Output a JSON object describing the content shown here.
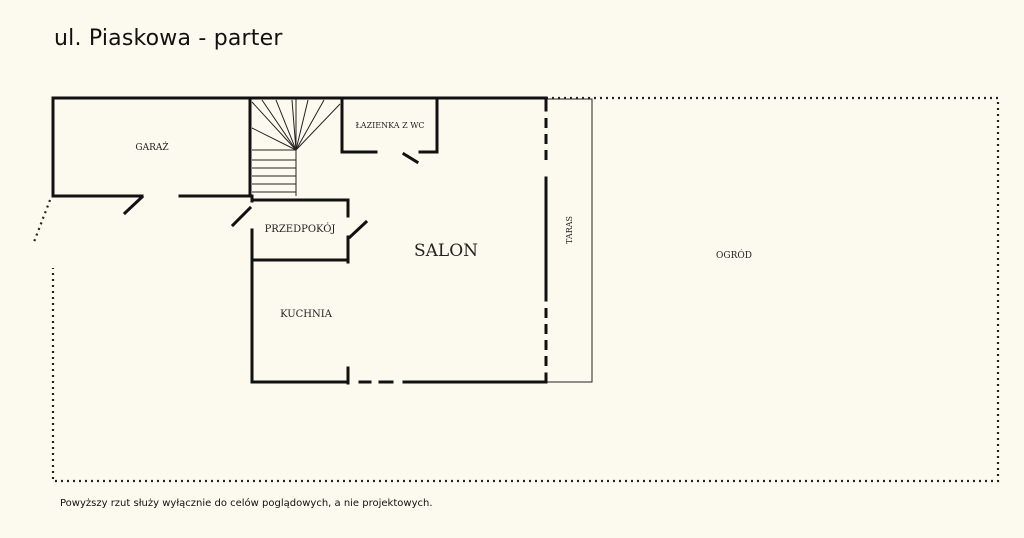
{
  "title": "ul. Piaskowa - parter",
  "disclaimer": "Powyższy rzut służy wyłącznie do celów poglądowych, a nie projektowych.",
  "rooms": {
    "garaz": "GARAŻ",
    "lazienka": "ŁAZIENKA Z WC",
    "przedpokoj": "PRZEDPOKÓJ",
    "salon": "SALON",
    "kuchnia": "KUCHNIA",
    "taras": "TARAS",
    "ogrod": "OGRÓD"
  }
}
